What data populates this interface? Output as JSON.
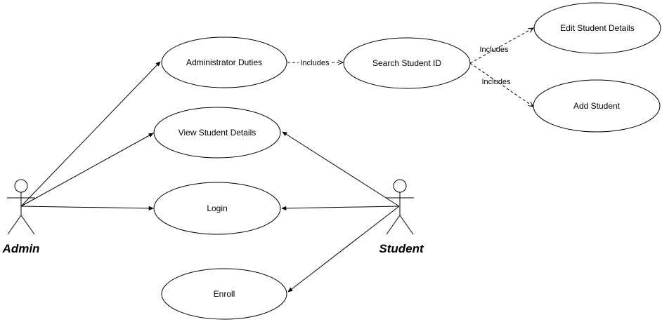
{
  "actors": {
    "admin": "Admin",
    "student": "Student"
  },
  "use_cases": {
    "administrator_duties": "Administrator Duties",
    "search_student_id": "Search Student ID",
    "edit_student_details": "Edit Student Details",
    "add_student": "Add Student",
    "view_student_details": "View Student Details",
    "login": "Login",
    "enroll": "Enroll"
  },
  "relations": {
    "includes_admin_search": "Includes",
    "includes_search_edit": "Includes",
    "includes_search_add": "Includes"
  },
  "colors": {
    "stroke": "#000000",
    "fill": "#ffffff"
  }
}
